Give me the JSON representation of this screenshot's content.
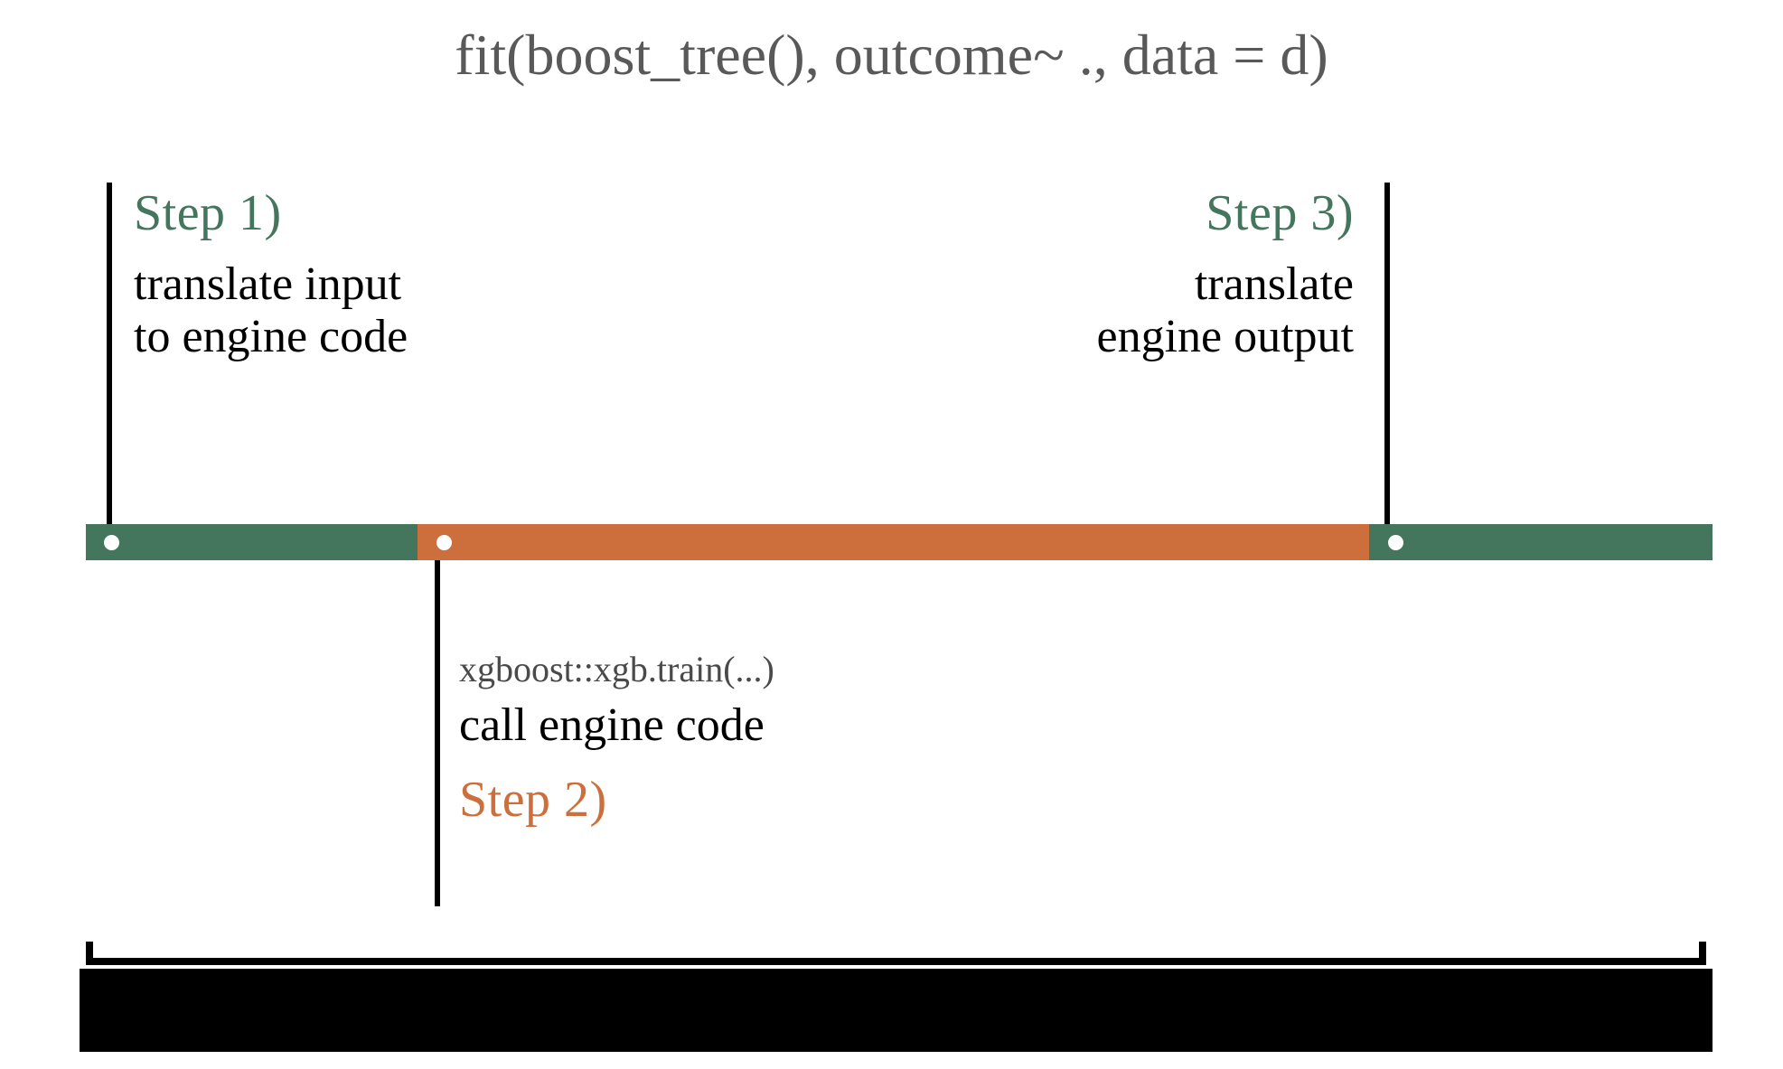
{
  "diagram": {
    "title": "fit(boost_tree(), outcome~ ., data = d)",
    "colors": {
      "green": "#44765D",
      "orange": "#CC6F3C",
      "title_grey": "#595959",
      "sub_grey": "#4a4a4a",
      "black": "#000000",
      "marker": "#ffffff"
    },
    "steps": [
      {
        "label": "Step 1)",
        "description": "translate input\nto engine code",
        "sub": "",
        "color": "green",
        "align": "left"
      },
      {
        "label": "Step 2)",
        "description": "call engine code",
        "sub": "xgboost::xgb.train(...)",
        "color": "orange",
        "align": "left"
      },
      {
        "label": "Step 3)",
        "description": "translate\nengine output",
        "sub": "",
        "color": "green",
        "align": "right"
      }
    ],
    "timeline": {
      "segments": [
        {
          "name": "step-1-segment",
          "color": "green"
        },
        {
          "name": "step-2-segment",
          "color": "orange"
        },
        {
          "name": "step-3-segment",
          "color": "green"
        }
      ],
      "markers": 3
    },
    "bottom": {
      "bracket_label": "",
      "block_label": ""
    }
  }
}
